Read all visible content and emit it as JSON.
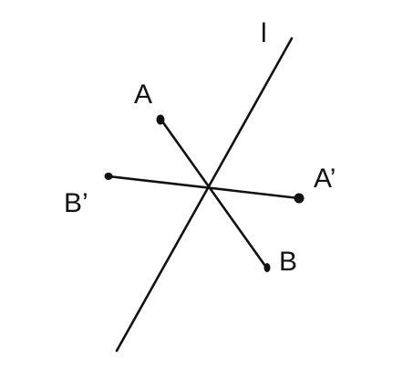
{
  "diagram": {
    "line_label": "l",
    "points": {
      "A": "A",
      "B": "B",
      "A_prime": "A’",
      "B_prime": "B’"
    },
    "stroke_color": "#111111"
  }
}
